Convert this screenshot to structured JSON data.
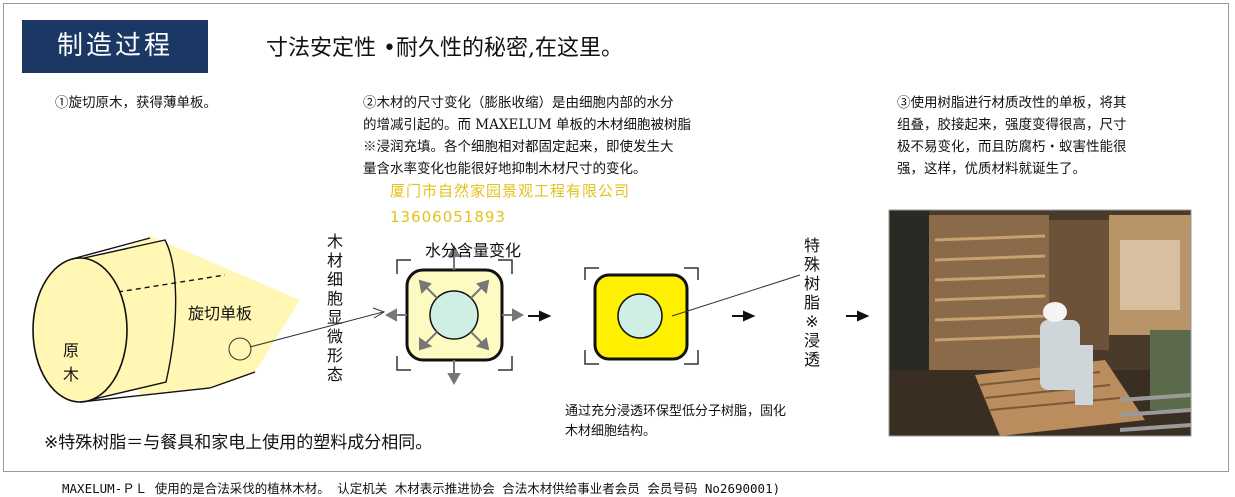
{
  "header": {
    "title": "制造过程",
    "headline": "寸法安定性 •耐久性的秘密,在这里。"
  },
  "steps": {
    "step1": "①旋切原木，获得薄单板。",
    "step2": [
      "②木材的尺寸变化（膨胀收缩）是由细胞内部的水分",
      "的增减引起的。而 MAXELUM 单板的木材细胞被树脂",
      "※浸润充填。各个细胞相对都固定起来，即使发生大",
      "量含水率变化也能很好地抑制木材尺寸的变化。"
    ],
    "step3": [
      "③使用树脂进行材质改性的单板，将其",
      "组叠，胶接起来，强度变得很高，尺寸",
      "极不易变化，而且防腐朽・蚁害性能很",
      "强，这样，优质材料就诞生了。"
    ]
  },
  "watermark": {
    "company": "厦门市自然家园景观工程有限公司",
    "phone": "13606051893"
  },
  "diagram": {
    "log_label_1": "原",
    "log_label_2": "木",
    "veneer_label": "旋切单板",
    "cell_form_label": "木材细胞显微形态",
    "moisture_label": "水分含量变化",
    "resin_label": "特殊树脂※浸透",
    "caption": [
      "通过充分浸透环保型低分子树脂，固化",
      "木材细胞结构。"
    ],
    "colors": {
      "veneer": "#fff7b3",
      "cell_light": "#fdfbc2",
      "cell_resin": "#fff000",
      "nucleus": "#cfeee4",
      "accent": "#1b3763"
    }
  },
  "note": "※特殊树脂＝与餐具和家电上使用的塑料成分相同。",
  "footer": "MAXELUM-ＰＬ 使用的是合法采伐的植林木材。  认定机关 木材表示推进协会 合法木材供给事业者会员 会员号码 No2690001)"
}
